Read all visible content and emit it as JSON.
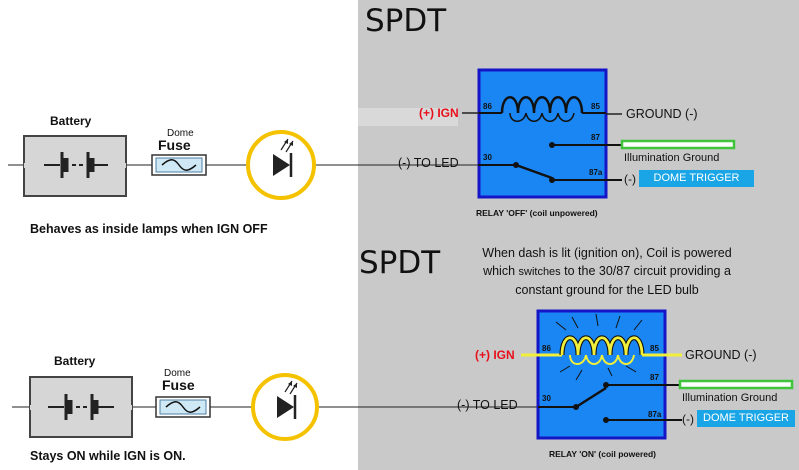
{
  "top": {
    "title": "SPDT",
    "battery_label": "Battery",
    "fuse_label_small": "Dome",
    "fuse_label_big": "Fuse",
    "caption": "Behaves as inside lamps when IGN OFF",
    "ign_label": "(+) IGN",
    "ground_label": "GROUND (-)",
    "to_led_label": "(-) TO LED",
    "illumination_label": "Illumination Ground",
    "minus_label": "(-)",
    "dome_trigger": "DOME TRIGGER",
    "relay_caption": "RELAY 'OFF' (coil unpowered)",
    "pins": {
      "p86": "86",
      "p85": "85",
      "p87": "87",
      "p30": "30",
      "p87a": "87a"
    }
  },
  "bottom": {
    "title": "SPDT",
    "explanation": {
      "line1": "When dash is lit (ignition on), Coil is powered",
      "line2_pre": "which ",
      "line2_small": "switches",
      "line2_post": " to the 30/87 circuit providing a",
      "line3": "constant ground for the LED bulb"
    },
    "battery_label": "Battery",
    "fuse_label_small": "Dome",
    "fuse_label_big": "Fuse",
    "caption": "Stays ON while IGN is ON.",
    "ign_label": "(+) IGN",
    "ground_label": "GROUND (-)",
    "to_led_label": "(-) TO LED",
    "illumination_label": "Illumination Ground",
    "minus_label": "(-)",
    "dome_trigger": "DOME TRIGGER",
    "relay_caption": "RELAY 'ON' (coil powered)",
    "pins": {
      "p86": "86",
      "p85": "85",
      "p87": "87",
      "p30": "30",
      "p87a": "87a"
    }
  },
  "colors": {
    "panel": "#c9c9c9",
    "relay_fill": "#1a86f3",
    "relay_border": "#1515c8",
    "led_ring": "#f5c200",
    "ign_text": "#e8101b",
    "illumination_wire": "#3fc43c",
    "dome_trigger_fill": "#1aa5e6",
    "energized_coil": "#f2ef3a"
  }
}
